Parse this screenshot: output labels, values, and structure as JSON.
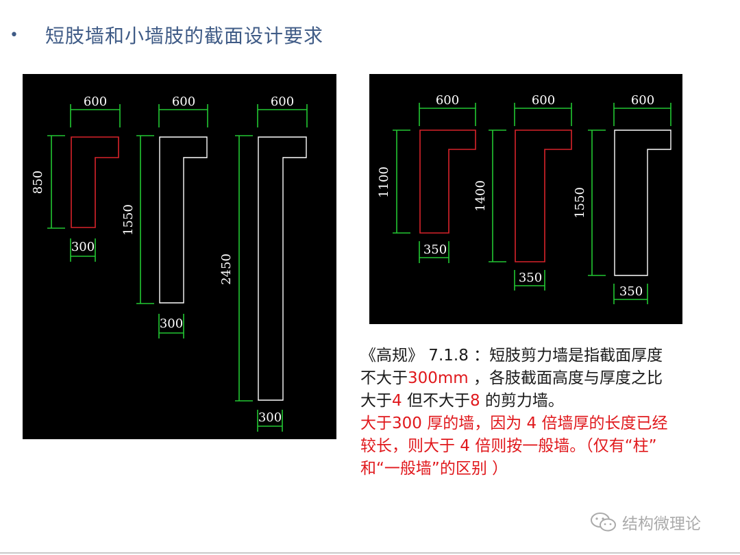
{
  "slide": {
    "bullet": "•",
    "title": "短肢墙和小墙肢的截面设计要求"
  },
  "left_drawing": {
    "sections": [
      {
        "top_width": "600",
        "height": "850",
        "thickness": "300",
        "outline_color": "#d9232a"
      },
      {
        "top_width": "600",
        "height": "1550",
        "thickness": "300",
        "outline_color": "#ffffff"
      },
      {
        "top_width": "600",
        "height": "2450",
        "thickness": "300",
        "outline_color": "#ffffff"
      }
    ]
  },
  "right_drawing": {
    "sections": [
      {
        "top_width": "600",
        "height": "1100",
        "thickness": "350",
        "outline_color": "#d9232a"
      },
      {
        "top_width": "600",
        "height": "1400",
        "thickness": "350",
        "outline_color": "#d9232a"
      },
      {
        "top_width": "600",
        "height": "1550",
        "thickness": "350",
        "outline_color": "#ffffff"
      }
    ]
  },
  "dimension_color": "#22c832",
  "description": {
    "line1": "《高规》 7.1.8 ：短肢剪力墙是指截面厚度",
    "line2_pre": "不大于",
    "line2_red": "300mm",
    "line2_post": " ，各肢截面高度与厚度之比",
    "line3_pre": "大于",
    "line3_red1": "4",
    "line3_mid": " 但不大于",
    "line3_red2": "8",
    "line3_post": " 的剪力墙。",
    "note_line1": "大于300 厚的墙，因为 4 倍墙厚的长度已经",
    "note_line2": "较长，则大于 4 倍则按一般墙。（仅有“柱”",
    "note_line3": "和“一般墙”的区别 ）"
  },
  "watermark": {
    "text": "结构微理论",
    "icon": "wechat-icon"
  }
}
